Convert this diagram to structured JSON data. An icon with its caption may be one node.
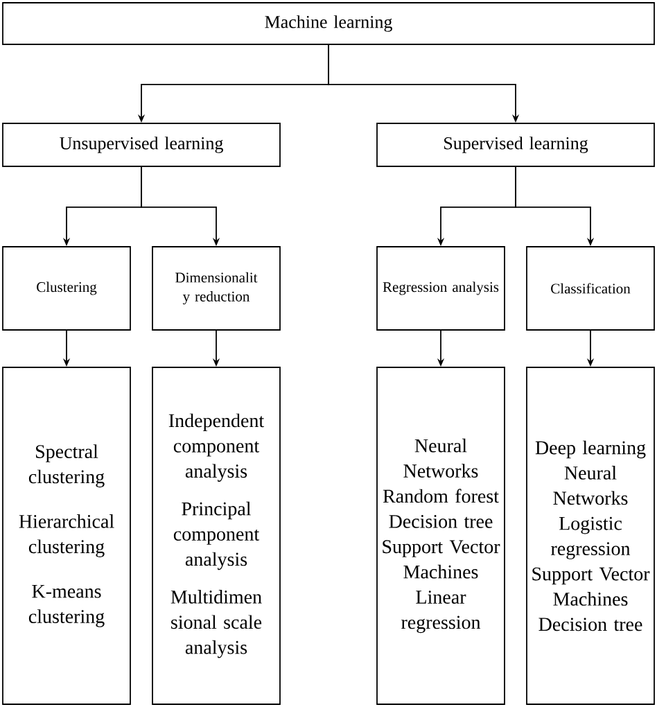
{
  "diagram": {
    "nodes": [
      {
        "text": [
          "Machine learning"
        ]
      },
      {
        "text": [
          "Unsupervised learning"
        ]
      },
      {
        "text": [
          "Supervised learning"
        ]
      },
      {
        "text": [
          "Clustering"
        ]
      },
      {
        "text": [
          "Dimensionalit y reduction"
        ]
      },
      {
        "text": [
          "Regression analysis"
        ]
      },
      {
        "text": [
          "Classification"
        ]
      },
      {
        "text": [
          "Spectral clustering",
          "Hierarchical clustering",
          "K-means clustering"
        ]
      },
      {
        "text": [
          "Independent component analysis",
          "Principal component analysis",
          "Multidimen sional scale analysis"
        ]
      },
      {
        "text": [
          "Neural Networks",
          "Random forest",
          "Decision tree",
          "Support Vector Machines",
          "Linear regression"
        ]
      },
      {
        "text": [
          "Deep learning",
          "Neural Networks",
          "Logistic regression",
          "Support Vector Machines",
          "Decision tree"
        ]
      }
    ],
    "edges": [
      {
        "from": 0,
        "to": 1,
        "arrow": "to"
      },
      {
        "from": 0,
        "to": 2,
        "arrow": "to"
      },
      {
        "from": 1,
        "to": 3,
        "arrow": "to"
      },
      {
        "from": 1,
        "to": 4,
        "arrow": "to"
      },
      {
        "from": 2,
        "to": 5,
        "arrow": "to"
      },
      {
        "from": 2,
        "to": 6,
        "arrow": "to"
      },
      {
        "from": 3,
        "to": 7,
        "arrow": "to"
      },
      {
        "from": 4,
        "to": 8,
        "arrow": "to"
      },
      {
        "from": 5,
        "to": 9,
        "arrow": "to"
      },
      {
        "from": 6,
        "to": 10,
        "arrow": "to"
      }
    ]
  }
}
